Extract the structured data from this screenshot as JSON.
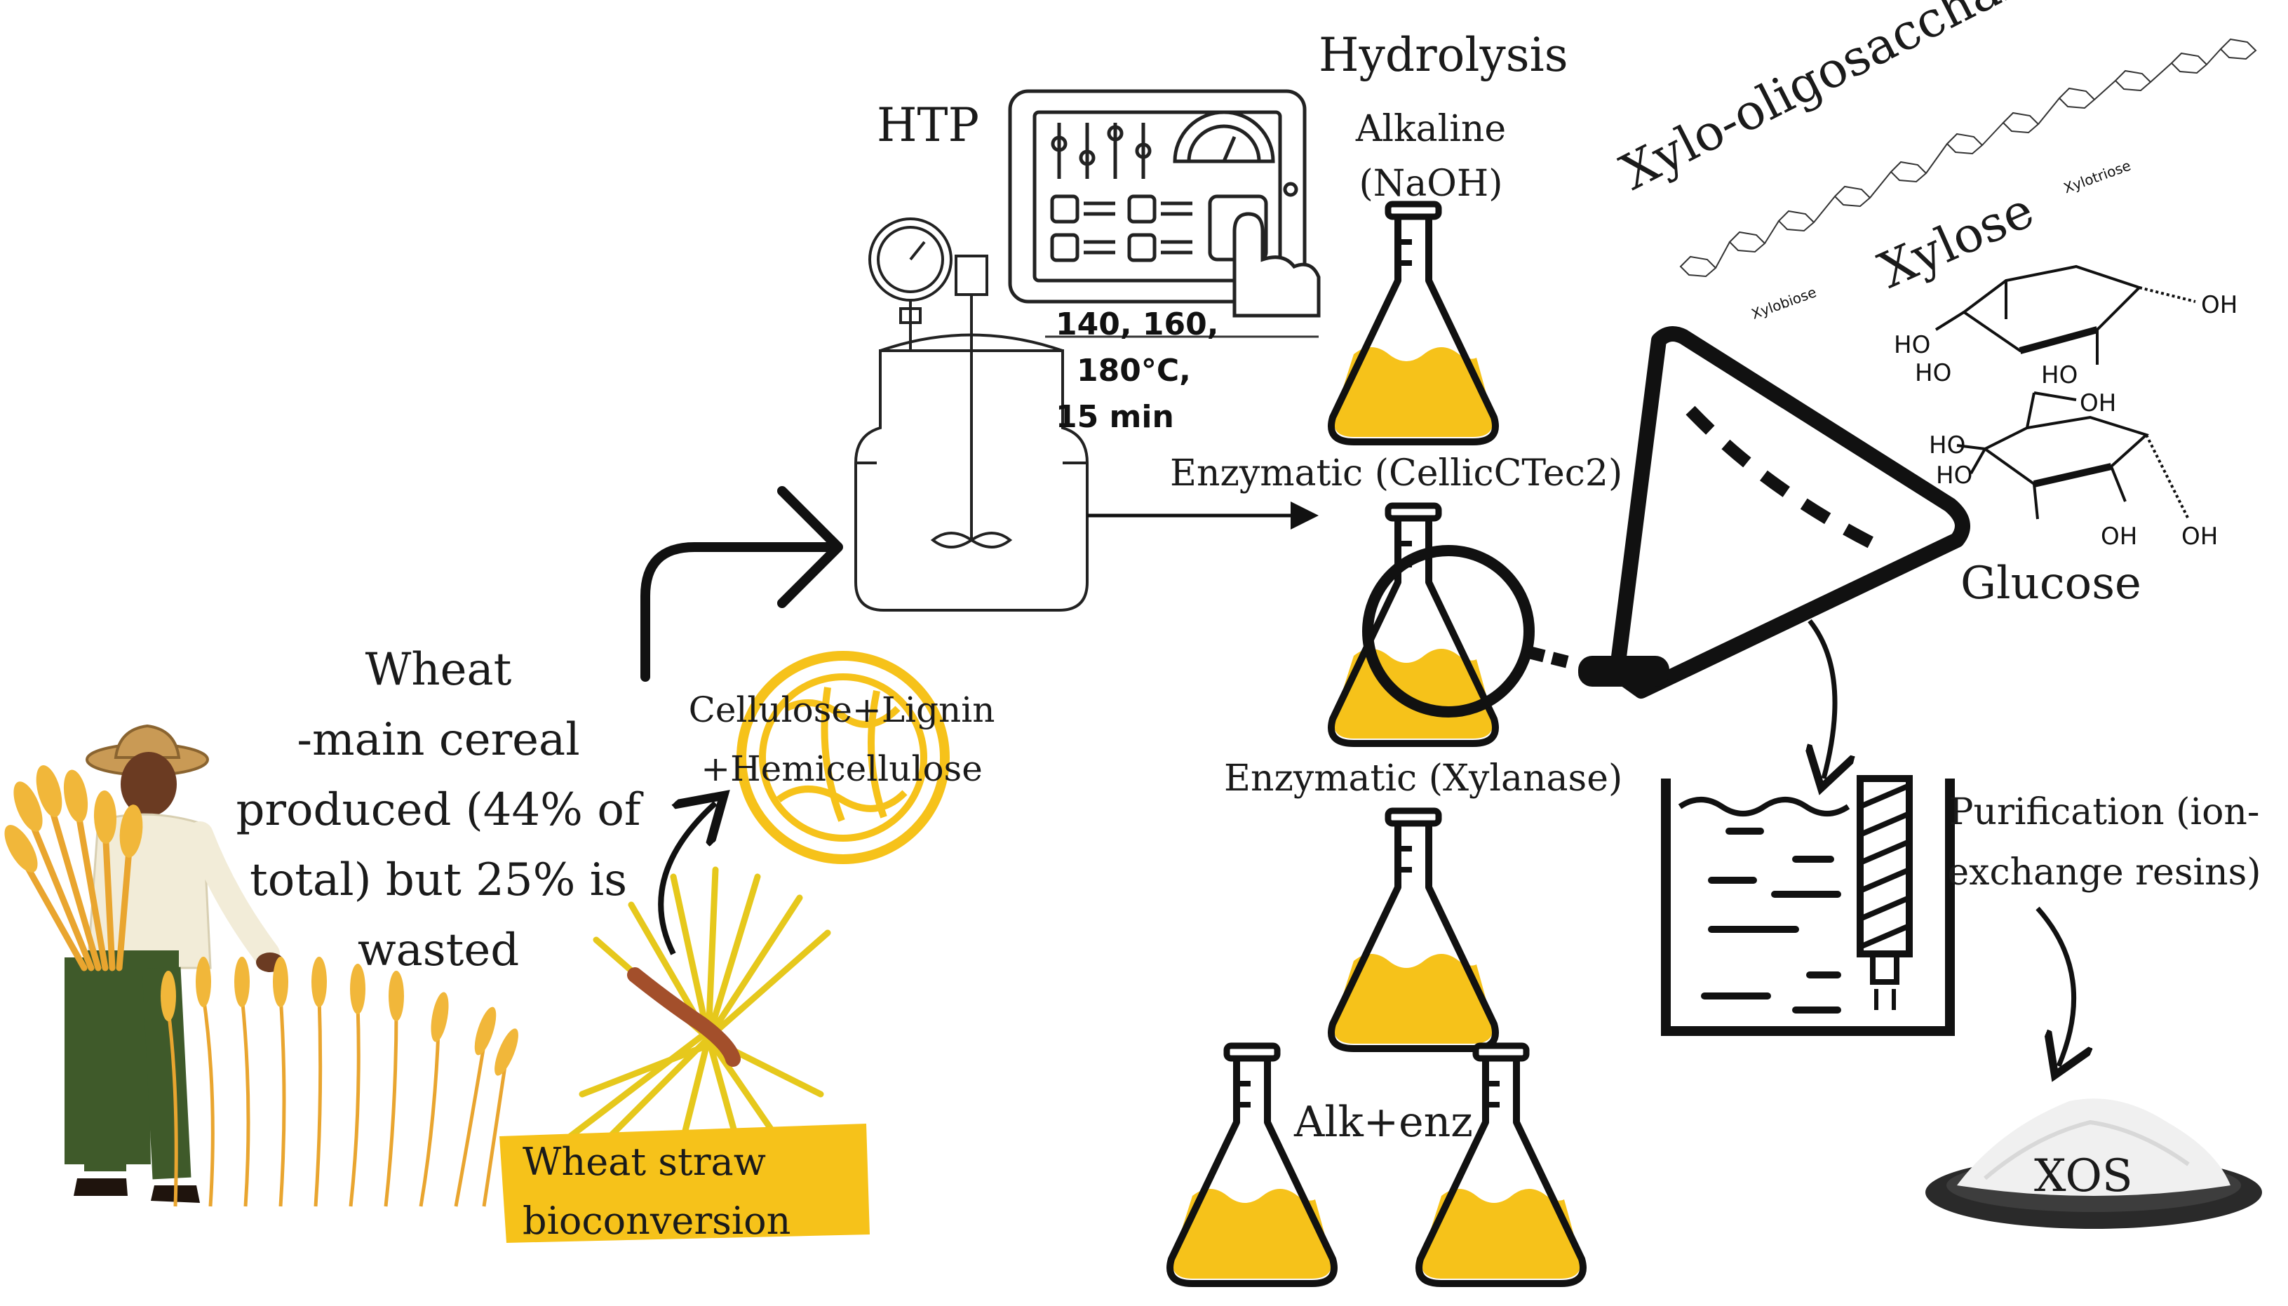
{
  "wheat_text": {
    "line1": "Wheat",
    "line2": "-main cereal",
    "line3": "produced (44% of",
    "line4": "total) but 25% is",
    "line5": "wasted"
  },
  "straw_label": {
    "line1": "Wheat straw",
    "line2": "bioconversion"
  },
  "biomass_label": {
    "line1": "Cellulose+Lignin",
    "line2": "+Hemicellulose"
  },
  "htp_label": "HTP",
  "conditions": {
    "line1": "140, 160,",
    "line2": "180°C,",
    "line3": "15 min"
  },
  "hydrolysis": {
    "title": "Hydrolysis",
    "alkaline_line1": "Alkaline",
    "alkaline_line2": "(NaOH)",
    "enzymatic_cellic": "Enzymatic (CellicCTec2)",
    "enzymatic_xylanase": "Enzymatic (Xylanase)",
    "combined": "Alk+enz"
  },
  "products": {
    "xos_long": "Xylo-oligosaccharides",
    "xylose": "Xylose",
    "glucose": "Glucose",
    "xylobiose": "Xylobiose",
    "xylotriose": "Xylotriose",
    "oh": "OH",
    "ho": "HO"
  },
  "purification": {
    "line1": "Purification (ion-",
    "line2": "exchange resins)"
  },
  "final_product": "XOS",
  "colors": {
    "accent_yellow": "#f6c21a",
    "wheat_gold": "#e9a52f",
    "outline": "#111111",
    "farmer_skin": "#6b3b22",
    "farmer_pants": "#3f5a2a",
    "hat": "#c99a55",
    "straw_band": "#a34f2b"
  }
}
